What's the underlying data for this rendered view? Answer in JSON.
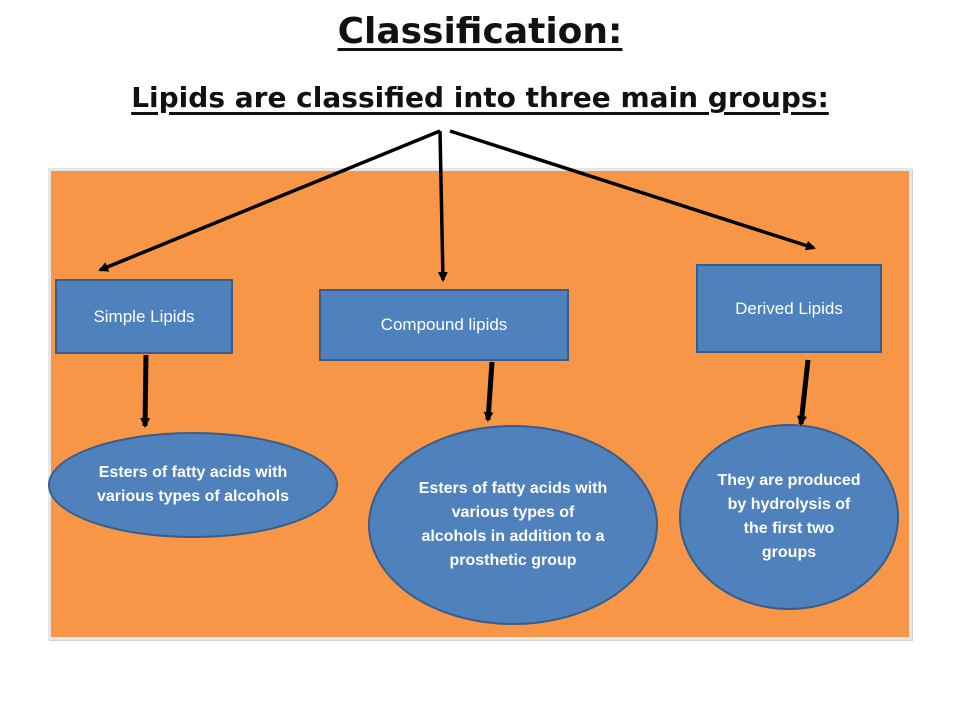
{
  "slide": {
    "title": "Classification:",
    "subtitle": "Lipids are classified into three main groups:"
  },
  "groups": [
    {
      "label": "Simple Lipids",
      "description": "Esters of fatty acids with various types of alcohols"
    },
    {
      "label": "Compound lipids",
      "description": "Esters of fatty acids with various types of alcohols in addition to a prosthetic group"
    },
    {
      "label": "Derived Lipids",
      "description": "They are produced by hydrolysis of the first two groups"
    }
  ],
  "colors": {
    "panel": "#f79646",
    "shape_fill": "#4f81bd",
    "shape_border": "#385d8a",
    "arrow": "#000000"
  }
}
